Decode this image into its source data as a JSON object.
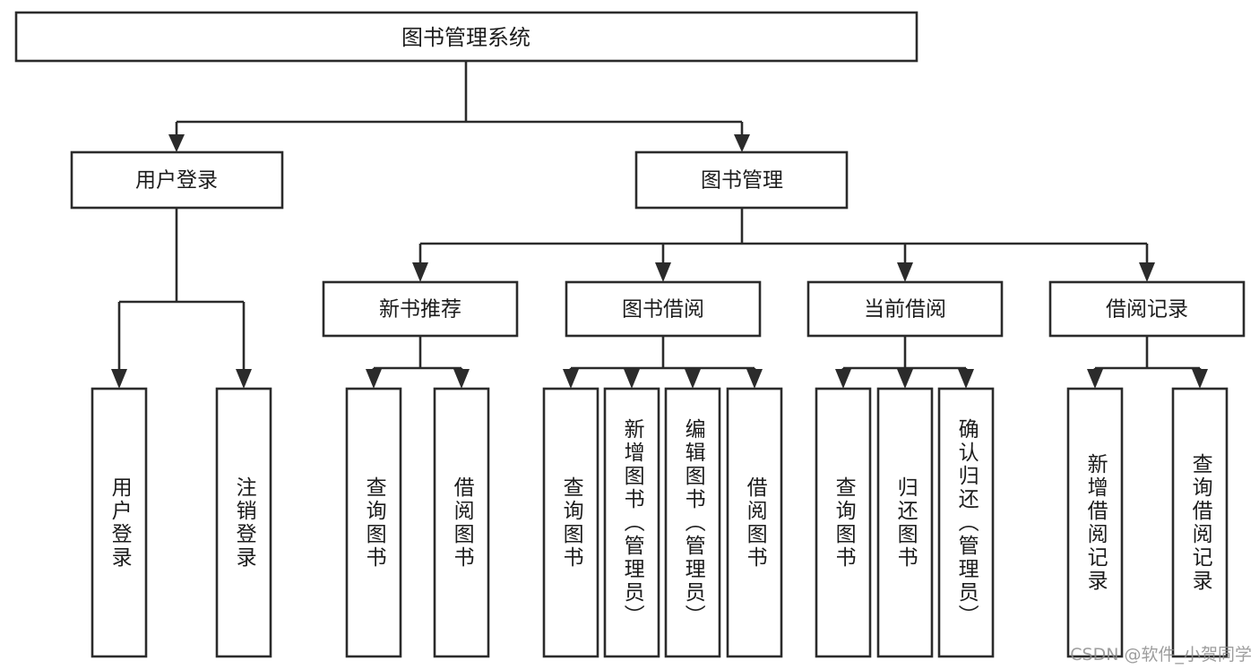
{
  "diagram": {
    "title": "图书管理系统",
    "type": "tree-hierarchy-chart",
    "root": {
      "id": "root",
      "label": "图书管理系统"
    },
    "level1": [
      {
        "id": "user-login",
        "label": "用户登录"
      },
      {
        "id": "book-management",
        "label": "图书管理"
      }
    ],
    "level2": [
      {
        "id": "new-book-recommend",
        "label": "新书推荐",
        "parent": "book-management"
      },
      {
        "id": "book-borrow",
        "label": "图书借阅",
        "parent": "book-management"
      },
      {
        "id": "current-borrow",
        "label": "当前借阅",
        "parent": "book-management"
      },
      {
        "id": "borrow-record",
        "label": "借阅记录",
        "parent": "book-management"
      }
    ],
    "leaves": [
      {
        "id": "leaf-user-login",
        "label": "用户登录",
        "parent": "user-login"
      },
      {
        "id": "leaf-logout-login",
        "label": "注销登录",
        "parent": "user-login"
      },
      {
        "id": "leaf-query-book-1",
        "label": "查询图书",
        "parent": "new-book-recommend"
      },
      {
        "id": "leaf-borrow-book-1",
        "label": "借阅图书",
        "parent": "new-book-recommend"
      },
      {
        "id": "leaf-query-book-2",
        "label": "查询图书",
        "parent": "book-borrow"
      },
      {
        "id": "leaf-add-book",
        "label": "新增图书（管理员）",
        "parent": "book-borrow"
      },
      {
        "id": "leaf-edit-book",
        "label": "编辑图书（管理员）",
        "parent": "book-borrow"
      },
      {
        "id": "leaf-borrow-book-2",
        "label": "借阅图书",
        "parent": "book-borrow"
      },
      {
        "id": "leaf-query-book-3",
        "label": "查询图书",
        "parent": "current-borrow"
      },
      {
        "id": "leaf-return-book",
        "label": "归还图书",
        "parent": "current-borrow"
      },
      {
        "id": "leaf-confirm-return",
        "label": "确认归还（管理员）",
        "parent": "current-borrow"
      },
      {
        "id": "leaf-add-record",
        "label": "新增借阅记录",
        "parent": "borrow-record"
      },
      {
        "id": "leaf-query-record",
        "label": "查询借阅记录",
        "parent": "borrow-record"
      }
    ],
    "colors": {
      "stroke": "#2b2b2b",
      "fill": "#ffffff",
      "text": "#1c1c1c",
      "watermark": "#8d8d8d"
    }
  },
  "watermark": {
    "text": "CSDN @软件_小贺同学"
  }
}
